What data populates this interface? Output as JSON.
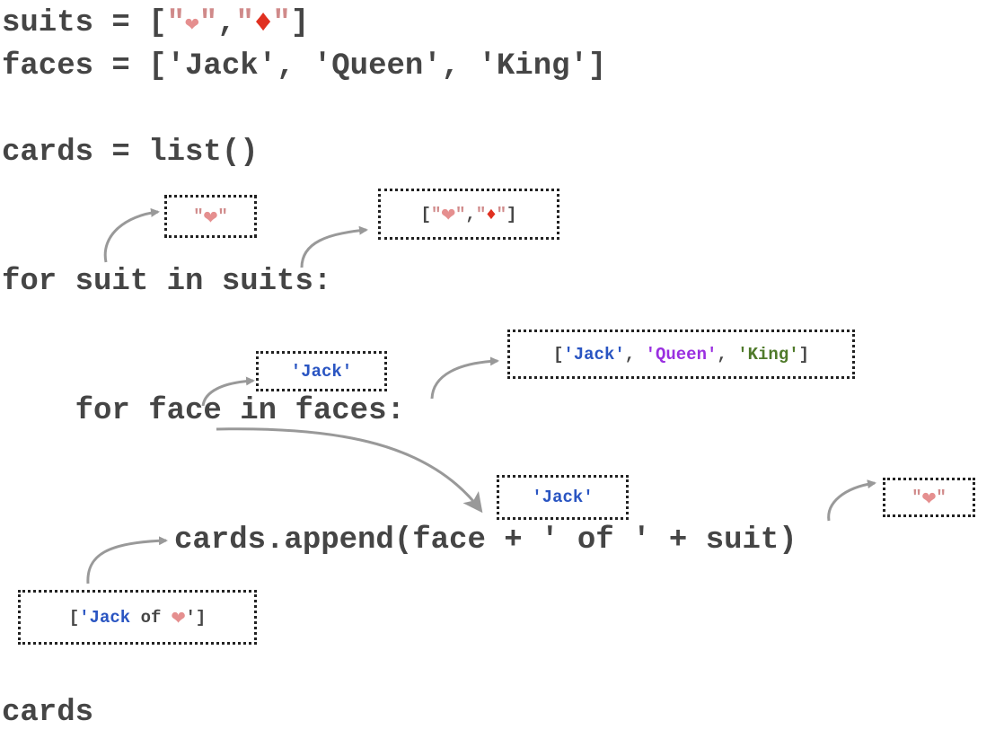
{
  "code": {
    "line1_prefix": "suits = [",
    "line1_q1": "\"",
    "line1_heart": "❤",
    "line1_q2": "\"",
    "line1_comma": ",",
    "line1_q3": "\"",
    "line1_diamond": "♦",
    "line1_q4": "\"",
    "line1_suffix": "]",
    "line2": "faces = ['Jack', 'Queen', 'King']",
    "line3": "cards = list()",
    "line4": "for suit in suits:",
    "line5": "    for face in faces:",
    "line6": "cards.append(face + ' of ' + suit)",
    "line7": "cards"
  },
  "annotations": {
    "suit_value": {
      "q1": "\"",
      "heart": "❤",
      "q2": "\""
    },
    "suits_value": {
      "open": "[",
      "q1": "\"",
      "heart": "❤",
      "q2": "\"",
      "comma": ",",
      "q3": "\"",
      "diamond": "♦",
      "q4": "\"",
      "close": "]"
    },
    "face_value": "'Jack'",
    "faces_value": {
      "open": "[",
      "jack": "'Jack'",
      "sep1": ", ",
      "queen": "'Queen'",
      "sep2": ", ",
      "king": "'King'",
      "close": "]"
    },
    "append_face_value": "'Jack'",
    "append_suit_value": {
      "q1": "\"",
      "heart": "❤",
      "q2": "\""
    },
    "cards_value": {
      "open": "[",
      "jack": "'Jack",
      "of": " of ",
      "heart": "❤",
      "close": "']"
    }
  },
  "colors": {
    "code_text": "#454545",
    "heart": "#e58f8f",
    "diamond": "#e03020",
    "blue": "#2a55c2",
    "purple": "#9a2fe0",
    "green": "#4f7a2a",
    "arrow": "#999999"
  }
}
